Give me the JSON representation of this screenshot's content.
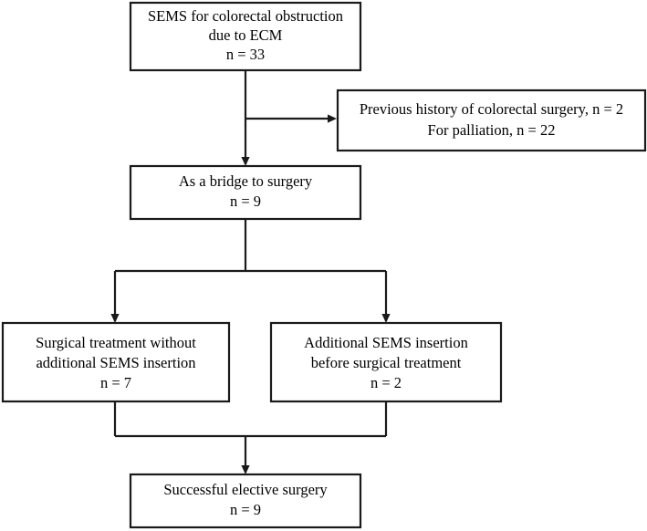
{
  "diagram": {
    "type": "flowchart",
    "title": "SEMS for colorectal obstruction patient flow",
    "colors": {
      "background": "#ffffff",
      "box_border": "#1a1a1a",
      "box_fill": "#ffffff",
      "connector": "#1a1a1a",
      "text": "#000000"
    },
    "nodes": [
      {
        "id": "root",
        "lines": [
          "SEMS for colorectal obstruction",
          "due to ECM",
          "n = 33"
        ]
      },
      {
        "id": "excluded",
        "lines": [
          "Previous history of colorectal surgery, n = 2",
          "For palliation, n = 22"
        ]
      },
      {
        "id": "bridge",
        "lines": [
          "As a bridge to surgery",
          "n = 9"
        ]
      },
      {
        "id": "surgery-no-additional",
        "lines": [
          "Surgical treatment without",
          "additional SEMS insertion",
          "n = 7"
        ]
      },
      {
        "id": "additional-sems",
        "lines": [
          "Additional SEMS insertion",
          "before surgical treatment",
          "n = 2"
        ]
      },
      {
        "id": "outcome",
        "lines": [
          "Successful elective surgery",
          "n = 9"
        ]
      }
    ]
  }
}
